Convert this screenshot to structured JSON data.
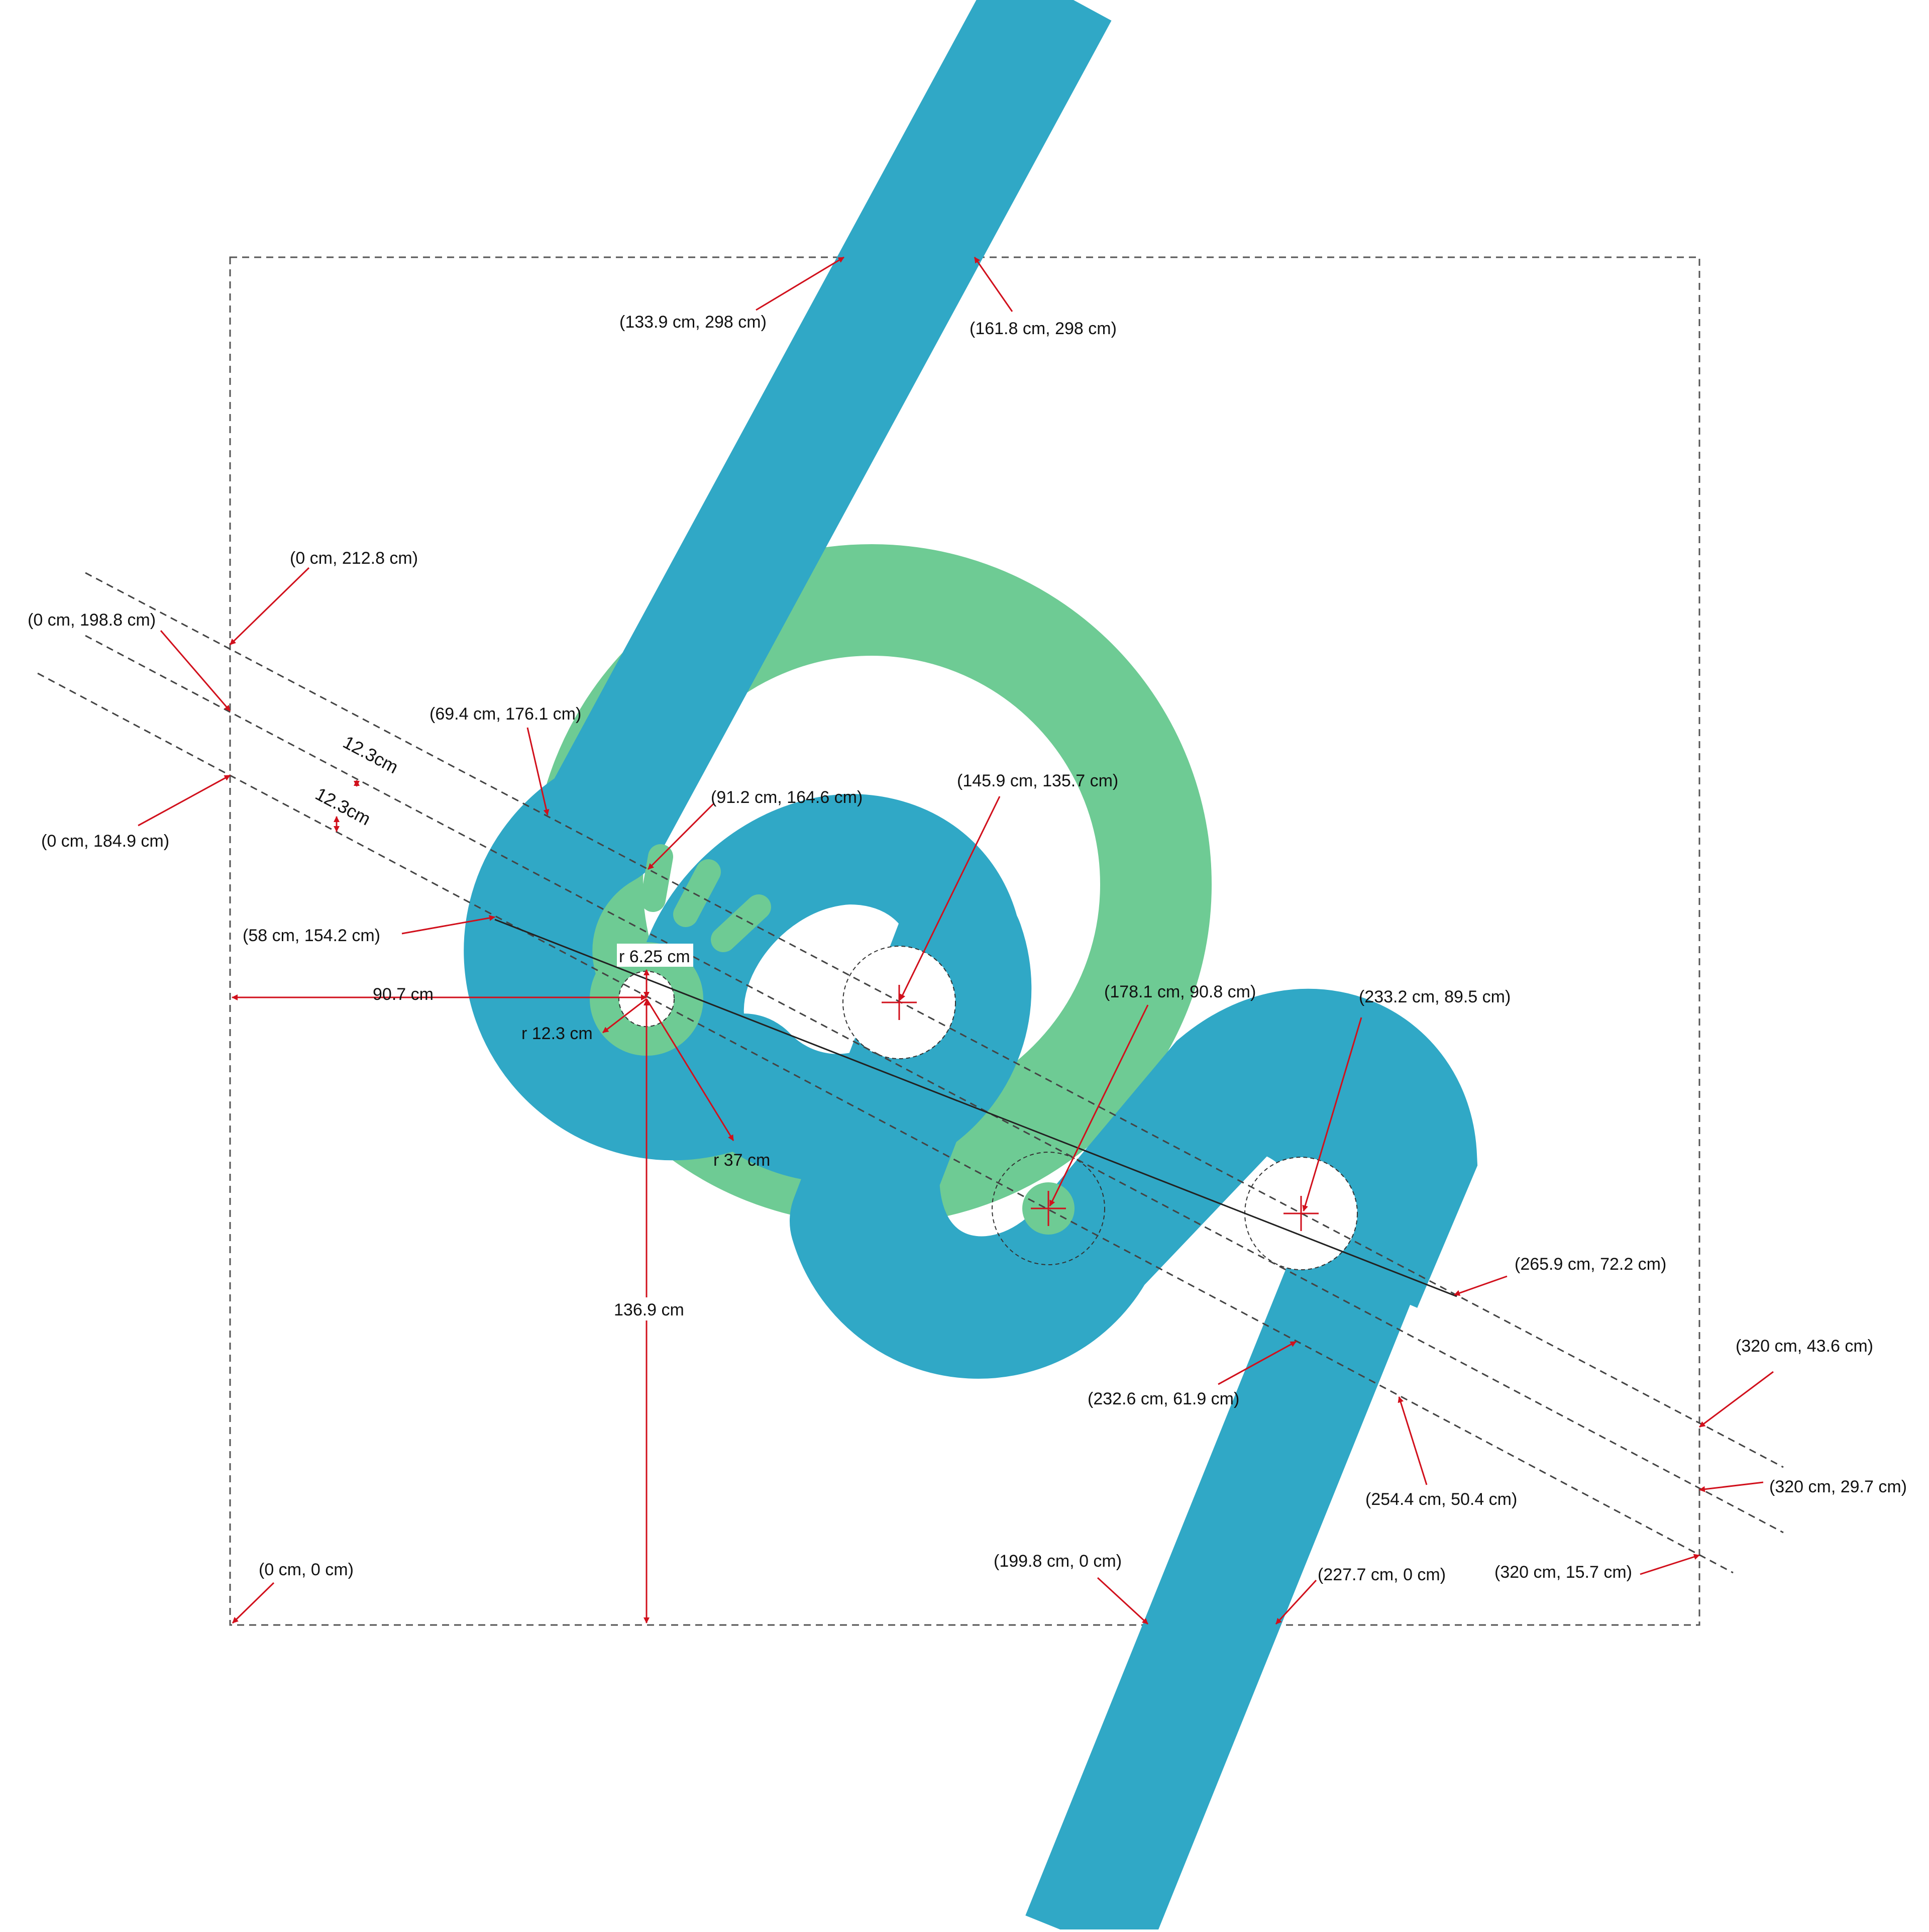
{
  "colors": {
    "track": "#30a8c6",
    "accent_green": "#6ecb94",
    "annotation": "#d1101c",
    "guide": "#444444",
    "background": "#ffffff"
  },
  "labels": {
    "top_left_edge": "(133.9 cm, 298 cm)",
    "top_right_edge": "(161.8 cm, 298 cm)",
    "left_upper": "(0 cm, 212.8 cm)",
    "left_mid": "(0 cm, 198.8 cm)",
    "left_lower": "(0 cm, 184.9 cm)",
    "track_left_outer": "(69.4 cm, 176.1 cm)",
    "track_left_inner": "(91.2 cm, 164.6 cm)",
    "curve1_center": "(145.9 cm, 135.7 cm)",
    "curve_left_point": "(58 cm, 154.2 cm)",
    "curve2_center": "(178.1 cm, 90.8 cm)",
    "curve3_center": "(233.2 cm, 89.5 cm)",
    "right_outer": "(265.9 cm, 72.2 cm)",
    "right_inner": "(232.6 cm, 61.9 cm)",
    "right_lower": "(254.4 cm, 50.4 cm)",
    "right_edge_upper": "(320 cm, 43.6 cm)",
    "right_edge_mid": "(320 cm, 29.7 cm)",
    "right_edge_lower": "(320 cm, 15.7 cm)",
    "origin": "(0 cm, 0 cm)",
    "bottom_left_edge": "(199.8 cm, 0 cm)",
    "bottom_right_edge": "(227.7 cm, 0 cm)",
    "spacing_1": "12.3cm",
    "spacing_2": "12.3cm",
    "radius_small": "r 6.25 cm",
    "radius_mid": "r 12.3 cm",
    "radius_large": "r 37 cm",
    "dim_horizontal": "90.7 cm",
    "dim_vertical": "136.9 cm"
  }
}
